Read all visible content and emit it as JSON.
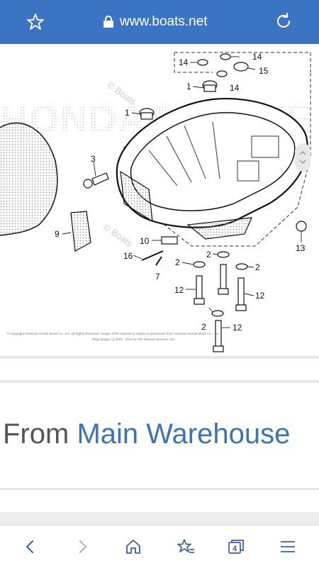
{
  "browser": {
    "url": "www.boats.net",
    "tab_count": "4"
  },
  "diagram": {
    "part_numbers": [
      "1",
      "1",
      "2",
      "2",
      "2",
      "2",
      "3",
      "7",
      "9",
      "10",
      "12",
      "12",
      "12",
      "13",
      "14",
      "14",
      "14",
      "15",
      "16"
    ],
    "watermark": "© Boats",
    "brand_text": "HONDA MARINE",
    "copyright_line1": "© Copyright American Honda Motor Co., Inc. All Rights Reserved. Usage of this material is subject to permission from American Honda Motor Co., Inc.",
    "copyright_line2": "Page design (c) 2004 - 2019 by ARI Network Services, Inc."
  },
  "content": {
    "from_label": "From",
    "warehouse_link": "Main Warehouse"
  },
  "colors": {
    "topbar": "#3a74c2",
    "link": "#3b73b9"
  }
}
